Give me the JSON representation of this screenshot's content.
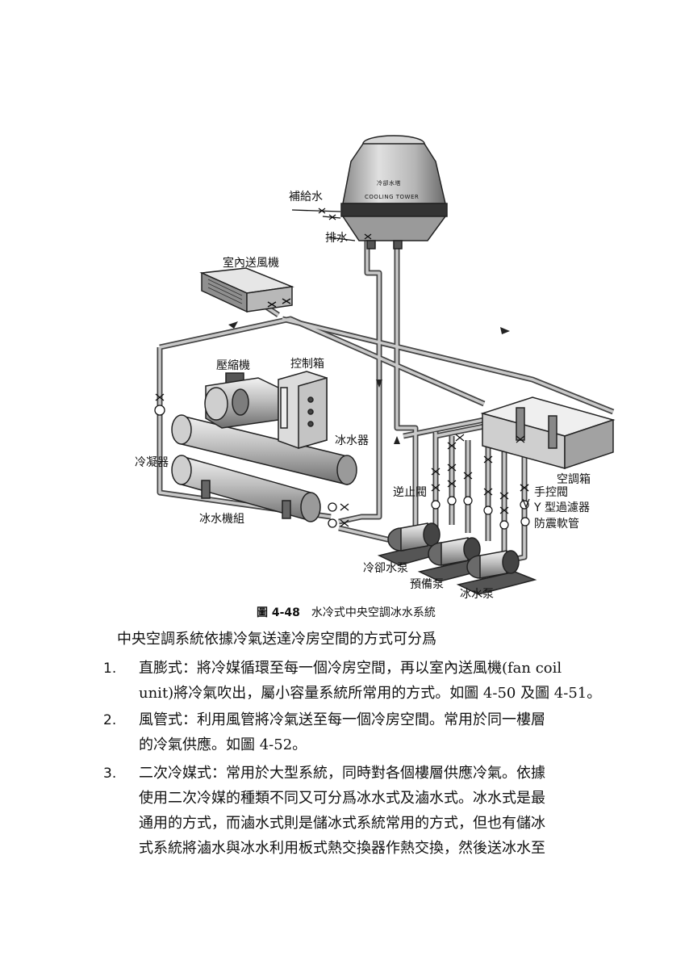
{
  "diagram": {
    "tower_text_cn": "冷卻水塔",
    "tower_text_en": "COOLING TOWER",
    "labels": {
      "makeup_water": "補給水",
      "drain": "排水",
      "fan_coil": "室內送風機",
      "compressor": "壓縮機",
      "control_box": "控制箱",
      "chiller_evaporator": "冰水器",
      "condenser": "冷凝器",
      "chiller_unit": "冰水機組",
      "check_valve": "逆止閥",
      "ahu": "空調箱",
      "manual_valve": "手控閥",
      "y_strainer": "Y 型過濾器",
      "flex_joint": "防震軟管",
      "cooling_pump": "冷卻水泵",
      "standby_pump": "預備泵",
      "chilled_pump": "冰水泵"
    }
  },
  "caption": {
    "number": "圖 4-48",
    "title": "水冷式中央空調冰水系統"
  },
  "body": {
    "intro": "中央空調系統依據冷氣送達冷房空間的方式可分爲",
    "items": [
      {
        "num": "1.",
        "lines": [
          "直膨式：將冷媒循環至每一個冷房空間，再以室內送風機(fan coil",
          "unit)將冷氣吹出，屬小容量系統所常用的方式。如圖 4-50 及圖 4-51。"
        ]
      },
      {
        "num": "2.",
        "lines": [
          "風管式：利用風管將冷氣送至每一個冷房空間。常用於同一樓層",
          "的冷氣供應。如圖 4-52。"
        ]
      },
      {
        "num": "3.",
        "lines": [
          "二次冷媒式：常用於大型系統，同時對各個樓層供應冷氣。依據",
          "使用二次冷媒的種類不同又可分爲冰水式及滷水式。冰水式是最",
          "通用的方式，而滷水式則是儲冰式系統常用的方式，但也有儲冰",
          "式系統將滷水與冰水利用板式熱交換器作熱交換，然後送冰水至"
        ]
      }
    ]
  }
}
